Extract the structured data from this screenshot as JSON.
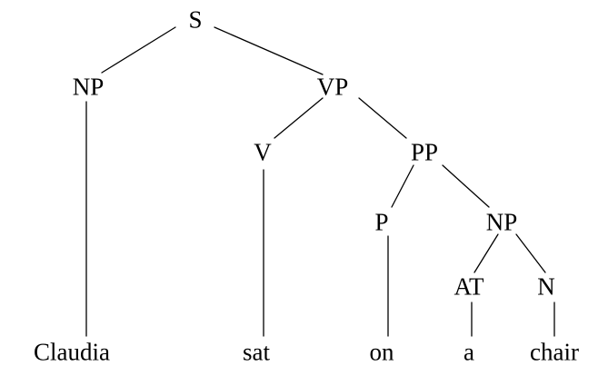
{
  "tree": {
    "nodes": {
      "s": "S",
      "np_subject": "NP",
      "vp": "VP",
      "v": "V",
      "pp": "PP",
      "p": "P",
      "np_object": "NP",
      "at": "AT",
      "n": "N"
    },
    "words": {
      "claudia": "Claudia",
      "sat": "sat",
      "on": "on",
      "a": "a",
      "chair": "chair"
    }
  },
  "colors": {
    "line": "#000000",
    "text": "#000000",
    "background": "#ffffff"
  }
}
